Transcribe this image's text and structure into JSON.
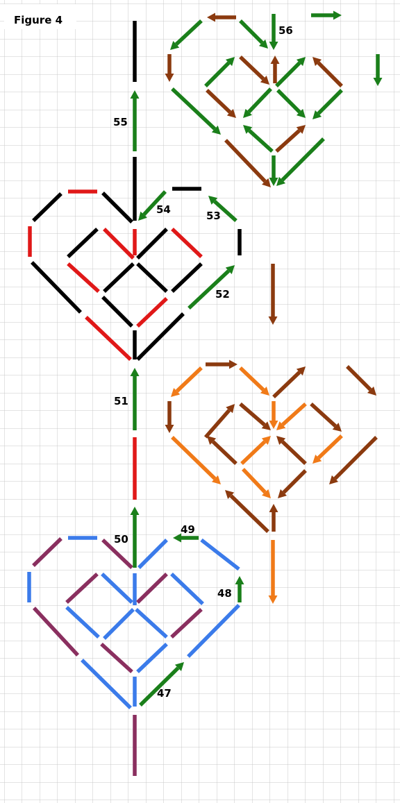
{
  "figure": {
    "title": "Figure 4"
  },
  "colors": {
    "black": "#000000",
    "red": "#e01818",
    "green": "#1a7f1a",
    "brown": "#8b3a0f",
    "orange": "#f07a18",
    "blue": "#3b7bea",
    "purple": "#8a2f5f",
    "grid": "#c9c9c9"
  },
  "steps": [
    {
      "label": "47"
    },
    {
      "label": "48"
    },
    {
      "label": "49"
    },
    {
      "label": "50"
    },
    {
      "label": "51"
    },
    {
      "label": "52"
    },
    {
      "label": "53"
    },
    {
      "label": "54"
    },
    {
      "label": "55"
    },
    {
      "label": "56"
    }
  ]
}
